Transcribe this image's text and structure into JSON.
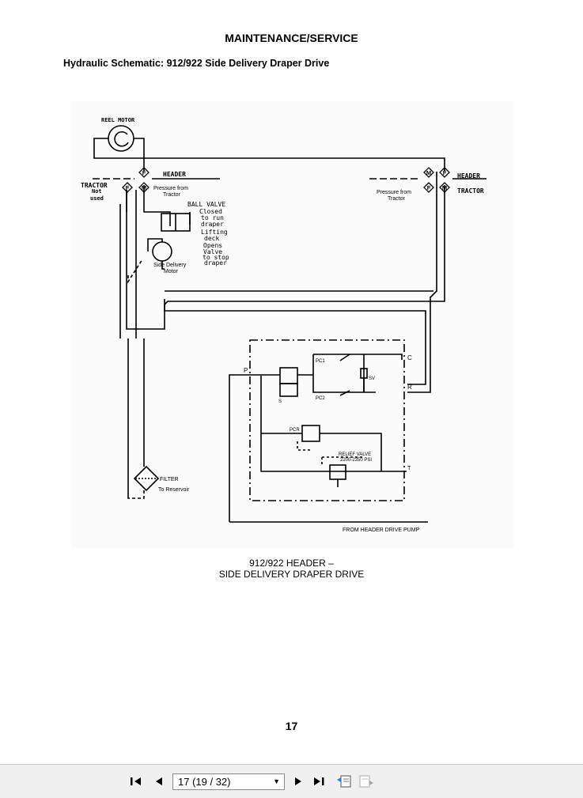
{
  "page": {
    "section_title": "MAINTENANCE/SERVICE",
    "subtitle": "Hydraulic Schematic: 912/922 Side Delivery Draper Drive",
    "caption_line1": "912/922 HEADER –",
    "caption_line2": "SIDE DELIVERY DRAPER DRIVE",
    "page_number": "17"
  },
  "schematic": {
    "reel_motor": "REEL MOTOR",
    "header_left": "HEADER",
    "tractor_left": "TRACTOR",
    "not": "Not",
    "used": "used",
    "pressure_from_left": "Pressure from",
    "tractor_word_left": "Tractor",
    "ball_valve": "BALL VALVE",
    "closed": "Closed",
    "to_run": "to run",
    "draper": "draper",
    "lifting": "Lifting",
    "deck": "deck",
    "opens": "Opens",
    "valve": "Valve",
    "to_stop": "to stop",
    "draper2": "draper",
    "side_delivery": "Side Delivery",
    "motor": "Motor",
    "header_right": "HEADER",
    "tractor_right": "TRACTOR",
    "pressure_from_right": "Pressure from",
    "tractor_word_right": "Tractor",
    "letter_f": "F",
    "letter_m": "M",
    "port_p": "P",
    "port_c": "C",
    "port_r": "R",
    "port_t": "T",
    "port_s": "S",
    "pc1": "PC1",
    "pc2": "PC2",
    "sv": "SV",
    "pcr": "PCR",
    "relief_valve": "RELIEF VALVE",
    "relief_psi": "2200-2350 PSI",
    "filter": "FILTER",
    "to_reservoir": "To Reservoir",
    "from_pump": "FROM HEADER DRIVE PUMP"
  },
  "viewer": {
    "page_field": "17 (19 / 32)",
    "first_icon": "first-page-icon",
    "prev_icon": "previous-page-icon",
    "next_icon": "next-page-icon",
    "last_icon": "last-page-icon"
  }
}
